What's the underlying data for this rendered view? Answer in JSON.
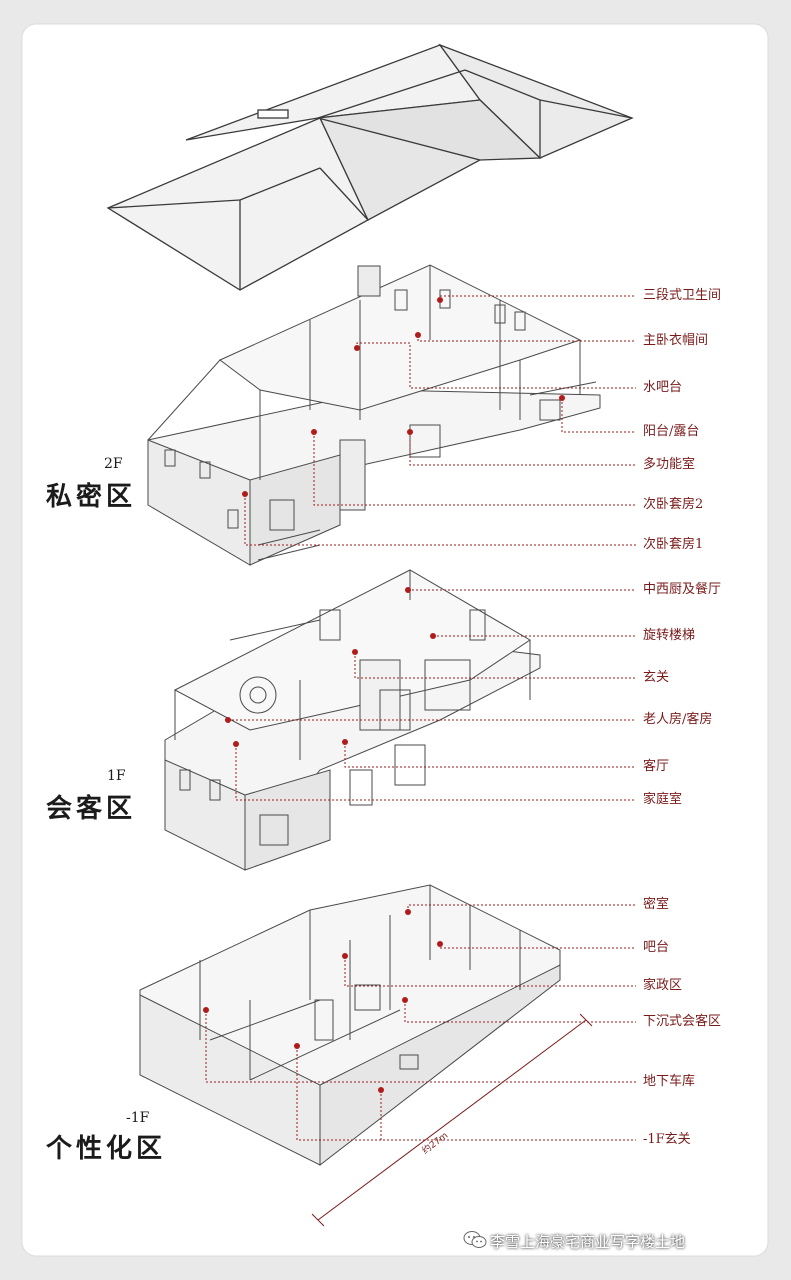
{
  "floors": [
    {
      "code": "2F",
      "name": "私密区",
      "labels": [
        "三段式卫生间",
        "主卧衣帽间",
        "水吧台",
        "阳台/露台",
        "多功能室",
        "次卧套房2",
        "次卧套房1"
      ]
    },
    {
      "code": "1F",
      "name": "会客区",
      "labels": [
        "中西厨及餐厅",
        "旋转楼梯",
        "玄关",
        "老人房/客房",
        "客厅",
        "家庭室"
      ]
    },
    {
      "code": "-1F",
      "name": "个性化区",
      "labels": [
        "密室",
        "吧台",
        "家政区",
        "下沉式会客区",
        "地下车库",
        "-1F玄关"
      ]
    }
  ],
  "dimension_label": "约27m",
  "watermark": "李雪上海豪宅商业写字楼土地",
  "colors": {
    "leader": "#9e1b1b",
    "label": "#7a1a1a",
    "line": "#3a3a3a",
    "wall": "#f3f3f3"
  },
  "icons": [
    "wechat-icon"
  ]
}
